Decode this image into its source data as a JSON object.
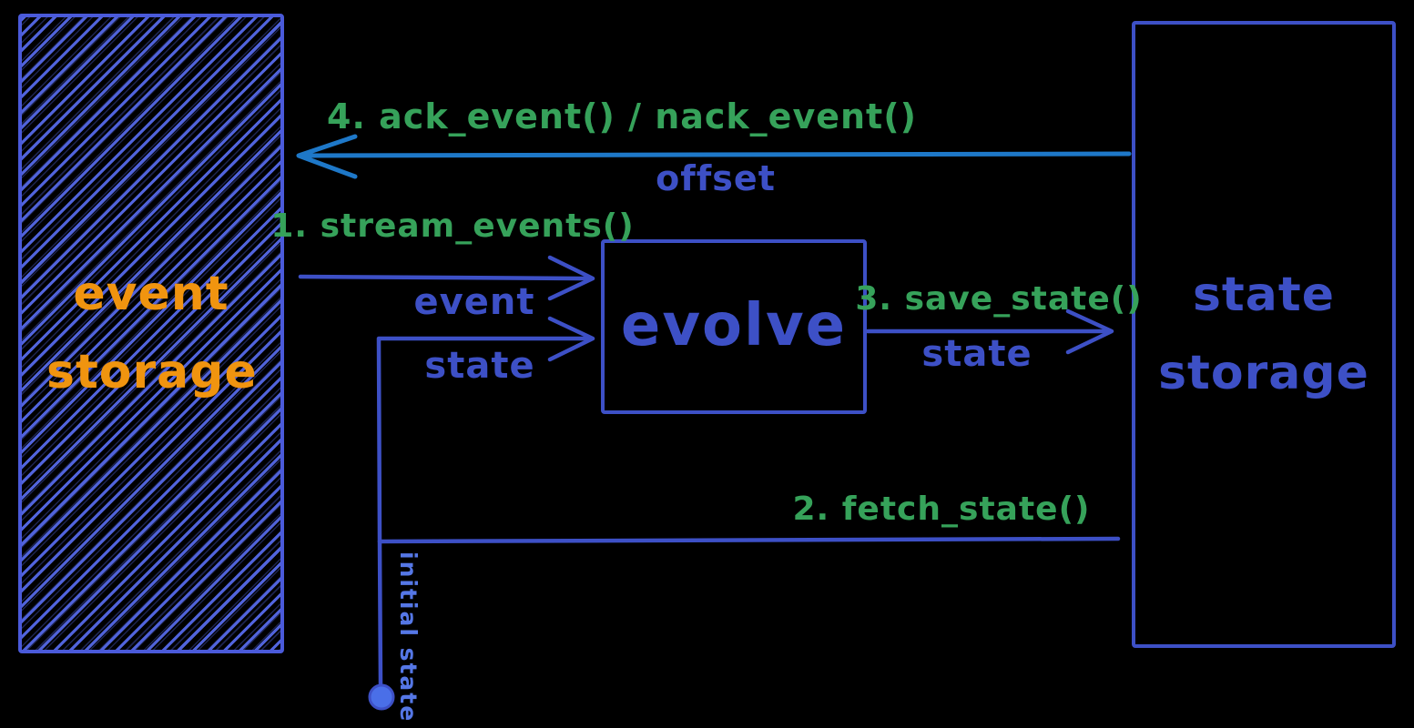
{
  "canvas": {
    "background": "#000000"
  },
  "palette": {
    "indigo": "#3d50c6",
    "azure": "#1e78c8",
    "green": "#36a25a",
    "orange": "#f0940f",
    "hatch_blue": "#5468e6",
    "light_blue": "#5577e6",
    "endpoint_fill": "#4a6fe8"
  },
  "nodes": {
    "event_storage": {
      "label": "event storage"
    },
    "evolve": {
      "label": "evolve"
    },
    "state_storage": {
      "label": "state storage"
    }
  },
  "messages": {
    "ack": {
      "step_label": "4. ack_event() / nack_event()",
      "payload_label": "offset"
    },
    "stream": {
      "step_label": "1. stream_events()",
      "payload_label": "event"
    },
    "state_input": {
      "payload_label": "state"
    },
    "save": {
      "step_label": "3. save_state()",
      "payload_label": "state"
    },
    "fetch": {
      "step_label": "2. fetch_state()"
    },
    "initial_state": {
      "label": "initial state"
    }
  }
}
